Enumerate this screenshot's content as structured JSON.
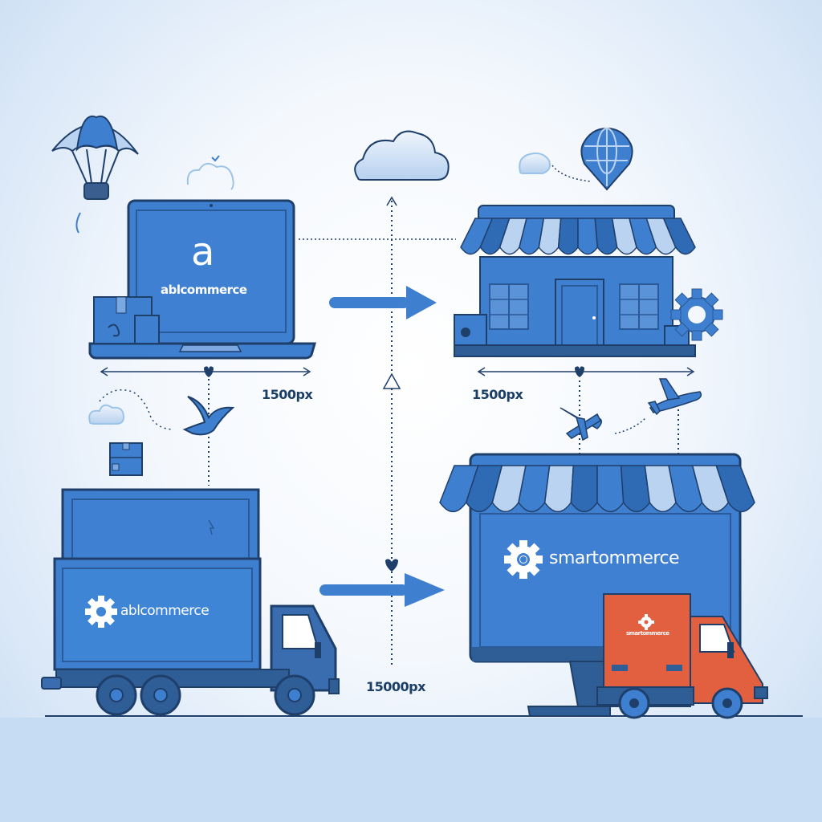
{
  "source": {
    "laptop_logo_letter": "a",
    "laptop_brand": "ablcommerce",
    "truck_brand": "ablcommerce",
    "width_label": "1500px"
  },
  "target": {
    "store_width_label": "1500px",
    "monitor_brand": "smartommerce",
    "delivery_truck_brand": "smartommerce"
  },
  "migration": {
    "height_label": "15000px"
  },
  "colors": {
    "primary_blue": "#3f7fcf",
    "dark_navy": "#1f3f6b",
    "light_blue": "#b9d3f0",
    "accent_orange": "#e2603f",
    "background": "#c6dcf2"
  },
  "icons": [
    "parachute-icon",
    "cloud-icon",
    "globe-pin-icon",
    "gear-icon",
    "bird-icon",
    "airplane-icon",
    "package-icon",
    "arrow-right-icon"
  ]
}
